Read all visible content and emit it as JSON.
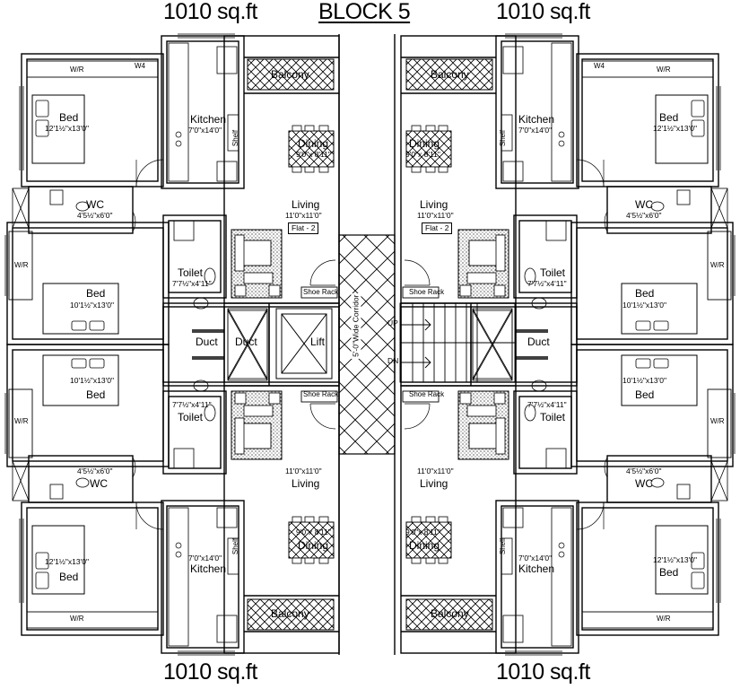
{
  "header": {
    "block_title": "BLOCK  5",
    "area_top_left": "1010 sq.ft",
    "area_top_right": "1010 sq.ft",
    "area_bottom_left": "1010 sq.ft",
    "area_bottom_right": "1010 sq.ft"
  },
  "flats": {
    "top_left": {
      "bed": "Bed",
      "bed_dim": "12'1½\"x13'0\"",
      "kitchen": "Kitchen",
      "kitchen_dim": "7'0\"x14'0\"",
      "dining": "Dining",
      "dining_dim": "9'0\"x 8'11\"",
      "living": "Living",
      "living_dim": "11'0\"x11'0\"",
      "flat_tag": "Flat - 2",
      "wc": "WC",
      "wc_dim": "4'5½\"x6'0\"",
      "toilet": "Toilet",
      "toilet_dim": "7'7½\"x4'11\"",
      "bed2": "Bed",
      "bed2_dim": "10'1½\"x13'0\"",
      "balcony": "Balcony",
      "wr": "W/R",
      "w4": "W4",
      "wr2": "W/R",
      "shelf": "Shelf",
      "shoe_rack": "Shoe Rack"
    },
    "top_right": {
      "bed": "Bed",
      "bed_dim": "12'1½\"x13'0\"",
      "kitchen": "Kitchen",
      "kitchen_dim": "7'0\"x14'0\"",
      "dining": "Dining",
      "dining_dim": "9'0\"x 8'11\"",
      "living": "Living",
      "living_dim": "11'0\"x11'0\"",
      "flat_tag": "Flat - 2",
      "wc": "WC",
      "wc_dim": "4'5½\"x6'0\"",
      "toilet": "Toilet",
      "toilet_dim": "7'7½\"x4'11\"",
      "bed2": "Bed",
      "bed2_dim": "10'1½\"x13'0\"",
      "balcony": "Balcony",
      "wr": "W/R",
      "w4": "W4",
      "wr2": "W/R",
      "shelf": "Shelf",
      "shoe_rack": "Shoe Rack"
    },
    "bottom_left": {
      "bed": "Bed",
      "bed_dim": "12'1½\"x13'0\"",
      "kitchen": "Kitchen",
      "kitchen_dim": "7'0\"x14'0\"",
      "dining": "Dining",
      "dining_dim": "9'0\"x 8'11\"",
      "living": "Living",
      "living_dim": "11'0\"x11'0\"",
      "wc": "WC",
      "wc_dim": "4'5½\"x6'0\"",
      "toilet": "Toilet",
      "toilet_dim": "7'7½\"x4'11\"",
      "bed2": "Bed",
      "bed2_dim": "10'1½\"x13'0\"",
      "balcony": "Balcony",
      "wr": "W/R",
      "wr2": "W/R",
      "shelf": "Shelf",
      "shoe_rack": "Shoe Rack"
    },
    "bottom_right": {
      "bed": "Bed",
      "bed_dim": "12'1½\"x13'0\"",
      "kitchen": "Kitchen",
      "kitchen_dim": "7'0\"x14'0\"",
      "dining": "Dining",
      "dining_dim": "9'0\"x 8'11\"",
      "living": "Living",
      "living_dim": "11'0\"x11'0\"",
      "wc": "WC",
      "wc_dim": "4'5½\"x6'0\"",
      "toilet": "Toilet",
      "toilet_dim": "7'7½\"x4'11\"",
      "bed2": "Bed",
      "bed2_dim": "10'1½\"x13'0\"",
      "balcony": "Balcony",
      "wr": "W/R",
      "wr2": "W/R",
      "shelf": "Shelf",
      "shoe_rack": "Shoe Rack"
    }
  },
  "core": {
    "duct_left": "Duct",
    "duct_center": "Duct",
    "duct_right": "Duct",
    "lift": "Lift",
    "corridor": "5'-0\"Wide Corridor",
    "stair_up": "UP",
    "stair_down": "DN"
  }
}
